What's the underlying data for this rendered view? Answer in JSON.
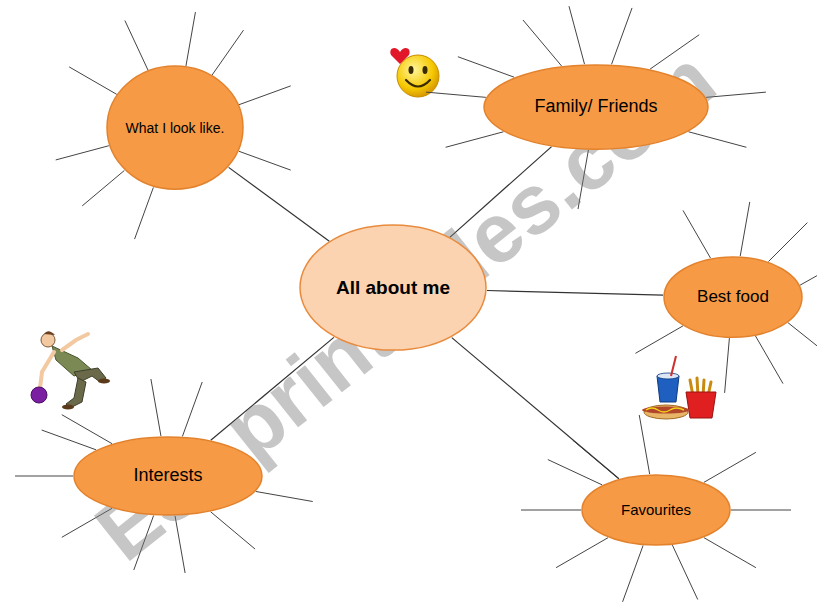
{
  "diagram": {
    "nodes": [
      {
        "text": [
          "What I look like."
        ]
      },
      {
        "text": [
          "Family/ Friends"
        ]
      },
      {
        "text": [
          "All about me"
        ]
      },
      {
        "text": [
          "Best food"
        ]
      },
      {
        "text": [
          "Interests"
        ]
      },
      {
        "text": [
          "Favourites"
        ]
      }
    ],
    "edges": [
      {
        "from": 2,
        "to": 0,
        "arrow": "none"
      },
      {
        "from": 2,
        "to": 1,
        "arrow": "none"
      },
      {
        "from": 2,
        "to": 3,
        "arrow": "none"
      },
      {
        "from": 2,
        "to": 4,
        "arrow": "none"
      },
      {
        "from": 2,
        "to": 5,
        "arrow": "none"
      }
    ],
    "labels": [
      "ESLprintables.com"
    ]
  }
}
